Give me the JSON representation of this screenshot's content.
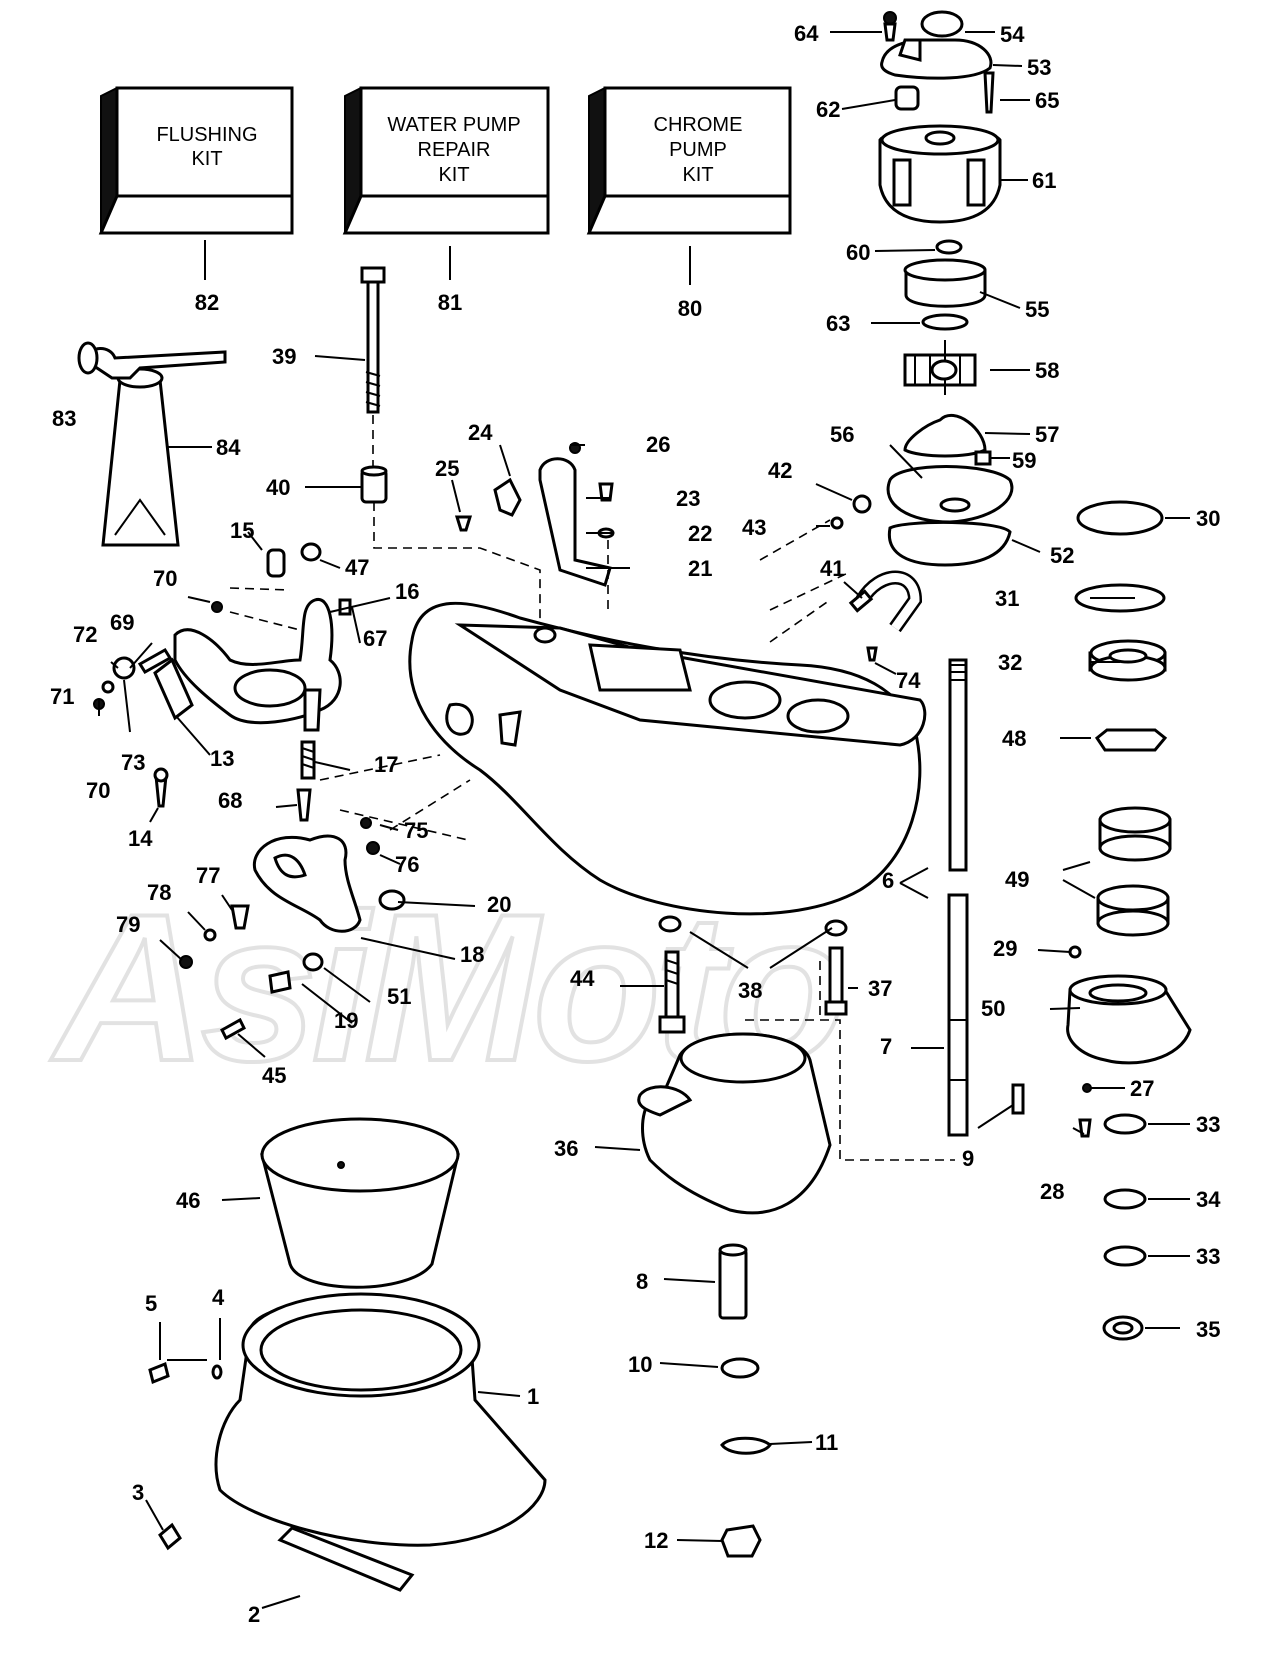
{
  "kits": [
    {
      "lines": [
        "FLUSHING",
        "KIT"
      ],
      "number": "82"
    },
    {
      "lines": [
        "WATER PUMP",
        "REPAIR",
        "KIT"
      ],
      "number": "81"
    },
    {
      "lines": [
        "CHROME",
        "PUMP",
        "KIT"
      ],
      "number": "80"
    }
  ],
  "watermark": "AsiMoto",
  "callouts": [
    "1",
    "2",
    "3",
    "4",
    "5",
    "6",
    "7",
    "8",
    "9",
    "10",
    "11",
    "12",
    "13",
    "14",
    "15",
    "16",
    "17",
    "18",
    "19",
    "20",
    "21",
    "22",
    "23",
    "24",
    "25",
    "26",
    "27",
    "28",
    "29",
    "30",
    "31",
    "32",
    "33",
    "33",
    "34",
    "35",
    "36",
    "37",
    "38",
    "39",
    "40",
    "41",
    "42",
    "43",
    "44",
    "45",
    "46",
    "47",
    "48",
    "49",
    "50",
    "51",
    "52",
    "53",
    "54",
    "55",
    "56",
    "57",
    "58",
    "59",
    "60",
    "61",
    "62",
    "63",
    "64",
    "65",
    "67",
    "68",
    "69",
    "70",
    "70",
    "71",
    "72",
    "73",
    "74",
    "75",
    "76",
    "77",
    "78",
    "79",
    "83",
    "84"
  ]
}
